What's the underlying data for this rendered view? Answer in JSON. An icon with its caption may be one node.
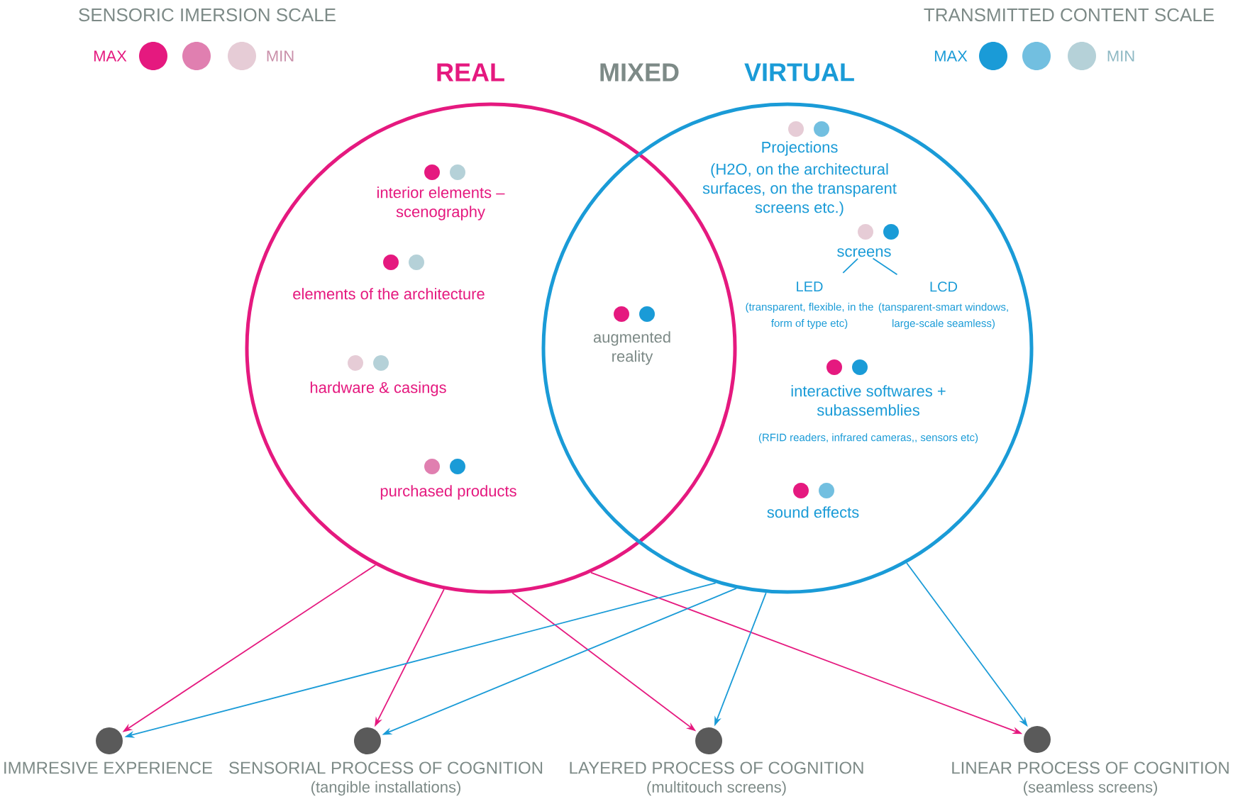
{
  "diagram": {
    "nodes": [
      {
        "text": [
          "REAL"
        ]
      },
      {
        "text": [
          "VIRTUAL"
        ]
      },
      {
        "text": [
          "interior elements – scenography"
        ],
        "in": 0
      },
      {
        "text": [
          "elements of the architecture"
        ],
        "in": 0
      },
      {
        "text": [
          "hardware & casings"
        ],
        "in": 0
      },
      {
        "text": [
          "purchased products"
        ],
        "in": 0
      },
      {
        "text": [
          "augmented reality"
        ]
      },
      {
        "text": [
          "Projections",
          "(H2O, on the architectural surfaces, on the transparent screens etc.)"
        ],
        "in": 1
      },
      {
        "text": [
          "screens"
        ],
        "in": 1
      },
      {
        "text": [
          "LED",
          "(transparent, flexible, in the form of type etc)"
        ],
        "in": 1
      },
      {
        "text": [
          "LCD",
          "(tansparent-smart windows, large-scale seamless)"
        ],
        "in": 1
      },
      {
        "text": [
          "interactive softwares + subassemblies",
          "(RFID readers, infrared cameras,, sensors etc)"
        ],
        "in": 1
      },
      {
        "text": [
          "sound effects"
        ],
        "in": 1
      },
      {
        "text": [
          "IMMRESIVE EXPERIENCE"
        ]
      },
      {
        "text": [
          "SENSORIAL PROCESS OF COGNITION",
          "(tangible installations)"
        ]
      },
      {
        "text": [
          "LAYERED PROCESS OF COGNITION",
          "(multitouch screens)"
        ]
      },
      {
        "text": [
          "LINEAR PROCESS OF COGNITION",
          "(seamless screens)"
        ]
      }
    ],
    "edges": [
      {
        "from": 8,
        "to": 9,
        "arrow": "none",
        "color": "#1a9bd7"
      },
      {
        "from": 8,
        "to": 10,
        "arrow": "none",
        "color": "#1a9bd7"
      },
      {
        "from": 0,
        "to": 13,
        "arrow": "to",
        "color": "#e5197f"
      },
      {
        "from": 0,
        "to": 14,
        "arrow": "to",
        "color": "#e5197f"
      },
      {
        "from": 0,
        "to": 15,
        "arrow": "to",
        "color": "#e5197f"
      },
      {
        "from": 0,
        "to": 16,
        "arrow": "to",
        "color": "#e5197f"
      },
      {
        "from": 1,
        "to": 13,
        "arrow": "to",
        "color": "#1a9bd7"
      },
      {
        "from": 1,
        "to": 14,
        "arrow": "to",
        "color": "#1a9bd7"
      },
      {
        "from": 1,
        "to": 15,
        "arrow": "to",
        "color": "#1a9bd7"
      },
      {
        "from": 1,
        "to": 16,
        "arrow": "to",
        "color": "#1a9bd7"
      }
    ],
    "labels": [
      "SENSORIC IMERSION SCALE",
      "MAX",
      "MIN",
      "TRANSMITTED CONTENT SCALE",
      "MAX",
      "MIN",
      "MIXED"
    ]
  }
}
